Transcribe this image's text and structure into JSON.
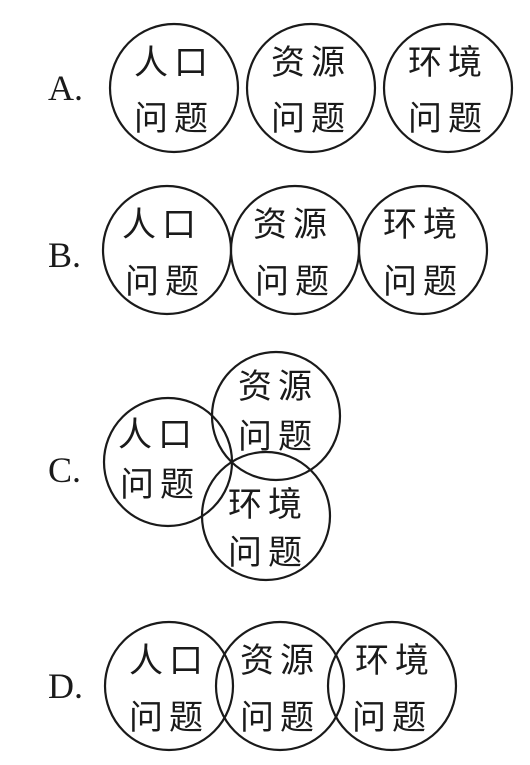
{
  "ink_color": "#1a1a1a",
  "background_color": "#ffffff",
  "options": [
    {
      "label": "A.",
      "circles": [
        {
          "line1": "人口",
          "line2": "问题"
        },
        {
          "line1": "资源",
          "line2": "问题"
        },
        {
          "line1": "环境",
          "line2": "问题"
        }
      ]
    },
    {
      "label": "B.",
      "circles": [
        {
          "line1": "人口",
          "line2": "问题"
        },
        {
          "line1": "资源",
          "line2": "问题"
        },
        {
          "line1": "环境",
          "line2": "问题"
        }
      ]
    },
    {
      "label": "C.",
      "circles": [
        {
          "line1": "人口",
          "line2": "问题"
        },
        {
          "line1": "资源",
          "line2": "问题"
        },
        {
          "line1": "环境",
          "line2": "问题"
        }
      ]
    },
    {
      "label": "D.",
      "circles": [
        {
          "line1": "人口",
          "line2": "问题"
        },
        {
          "line1": "资源",
          "line2": "问题"
        },
        {
          "line1": "环境",
          "line2": "问题"
        }
      ]
    }
  ]
}
